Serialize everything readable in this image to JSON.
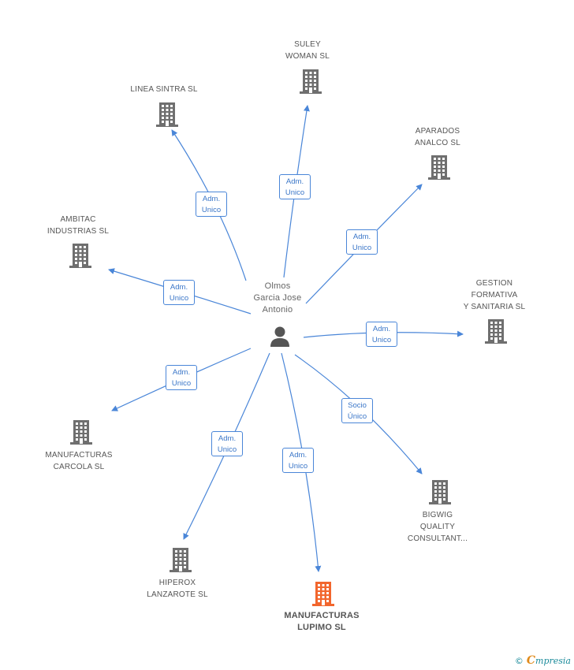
{
  "center": {
    "name": "Olmos\nGarcia Jose\nAntonio"
  },
  "colors": {
    "edge": "#4a86d8",
    "building": "#6f6f6f",
    "highlight": "#f2662d"
  },
  "companies": [
    {
      "id": "suley",
      "label": "SULEY\nWOMAN  SL",
      "relation": "Adm.\nUnico",
      "highlight": false
    },
    {
      "id": "linea",
      "label": "LINEA SINTRA SL",
      "relation": "Adm.\nUnico",
      "highlight": false
    },
    {
      "id": "aparados",
      "label": "APARADOS\nANALCO SL",
      "relation": "Adm.\nUnico",
      "highlight": false
    },
    {
      "id": "ambitac",
      "label": "AMBITAC\nINDUSTRIAS SL",
      "relation": "Adm.\nUnico",
      "highlight": false
    },
    {
      "id": "gestion",
      "label": "GESTION\nFORMATIVA\nY SANITARIA SL",
      "relation": "Adm.\nUnico",
      "highlight": false
    },
    {
      "id": "carcola",
      "label": "MANUFACTURAS\nCARCOLA SL",
      "relation": "Adm.\nUnico",
      "highlight": false
    },
    {
      "id": "bigwig",
      "label": "BIGWIG\nQUALITY\nCONSULTANT...",
      "relation": "Socio\nÚnico",
      "highlight": false
    },
    {
      "id": "hiperox",
      "label": "HIPEROX\nLANZAROTE  SL",
      "relation": "Adm.\nUnico",
      "highlight": false
    },
    {
      "id": "lupimo",
      "label": "MANUFACTURAS\nLUPIMO SL",
      "relation": "Adm.\nUnico",
      "highlight": true
    }
  ],
  "footer": {
    "copyright": "©",
    "brand_initial": "C",
    "brand_rest": "mpresia"
  }
}
